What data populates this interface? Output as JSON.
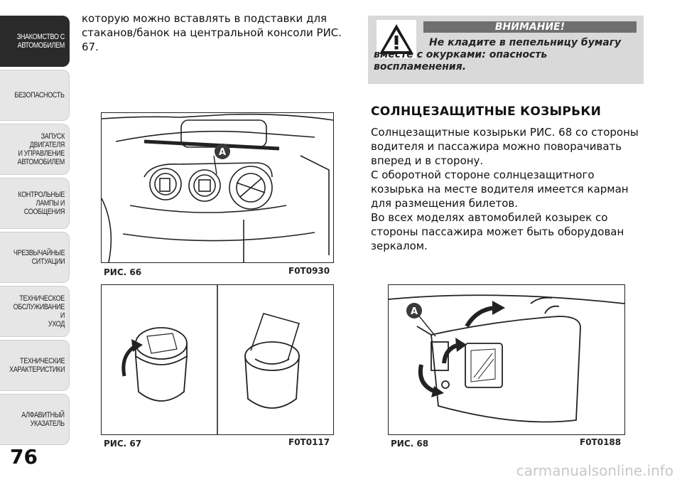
{
  "sidebar": {
    "tabs": [
      "ЗНАКОМСТВО С\nАВТОМОБИЛЕМ",
      "БЕЗОПАСНОСТЬ",
      "ЗАПУСК ДВИГАТЕЛЯ\nИ УПРАВЛЕНИЕ\nАВТОМОБИЛЕМ",
      "КОНТРОЛЬНЫЕ\nЛАМПЫ И\nСООБЩЕНИЯ",
      "ЧРЕЗВЫЧАЙНЫЕ\nСИТУАЦИИ",
      "ТЕХНИЧЕСКОЕ\nОБСЛУЖИВАНИЕ И\nУХОД",
      "ТЕХНИЧЕСКИЕ\nХАРАКТЕРИСТИКИ",
      "АЛФАВИТНЫЙ\nУКАЗАТЕЛЬ"
    ],
    "page_number": "76"
  },
  "intro_text": "которую можно вставлять в подставки для стаканов/банок на центральной консоли РИС. 67.",
  "warning": {
    "title": "ВНИМАНИЕ!",
    "text": "Не кладите в пепельницу бумагу вместе с окурками: опасность воспламенения."
  },
  "section": {
    "title": "СОЛНЦЕЗАЩИТНЫЕ КОЗЫРЬКИ",
    "paragraphs": [
      "Солнцезащитные козырьки РИС. 68 со стороны водителя и пассажира можно поворачивать вперед и в сторону.",
      "С оборотной стороне солнцезащитного козырька на месте водителя имеется карман для размещения билетов.",
      "Во всех моделях автомобилей козырек со стороны пассажира может быть оборудован зеркалом."
    ]
  },
  "figures": {
    "fig66": {
      "caption": "РИС. 66",
      "code": "F0T0930",
      "marker": "A"
    },
    "fig67": {
      "caption": "РИС. 67",
      "code": "F0T0117"
    },
    "fig68": {
      "caption": "РИС. 68",
      "code": "F0T0188",
      "marker": "A"
    }
  },
  "watermark": "carmanualsonline.info"
}
